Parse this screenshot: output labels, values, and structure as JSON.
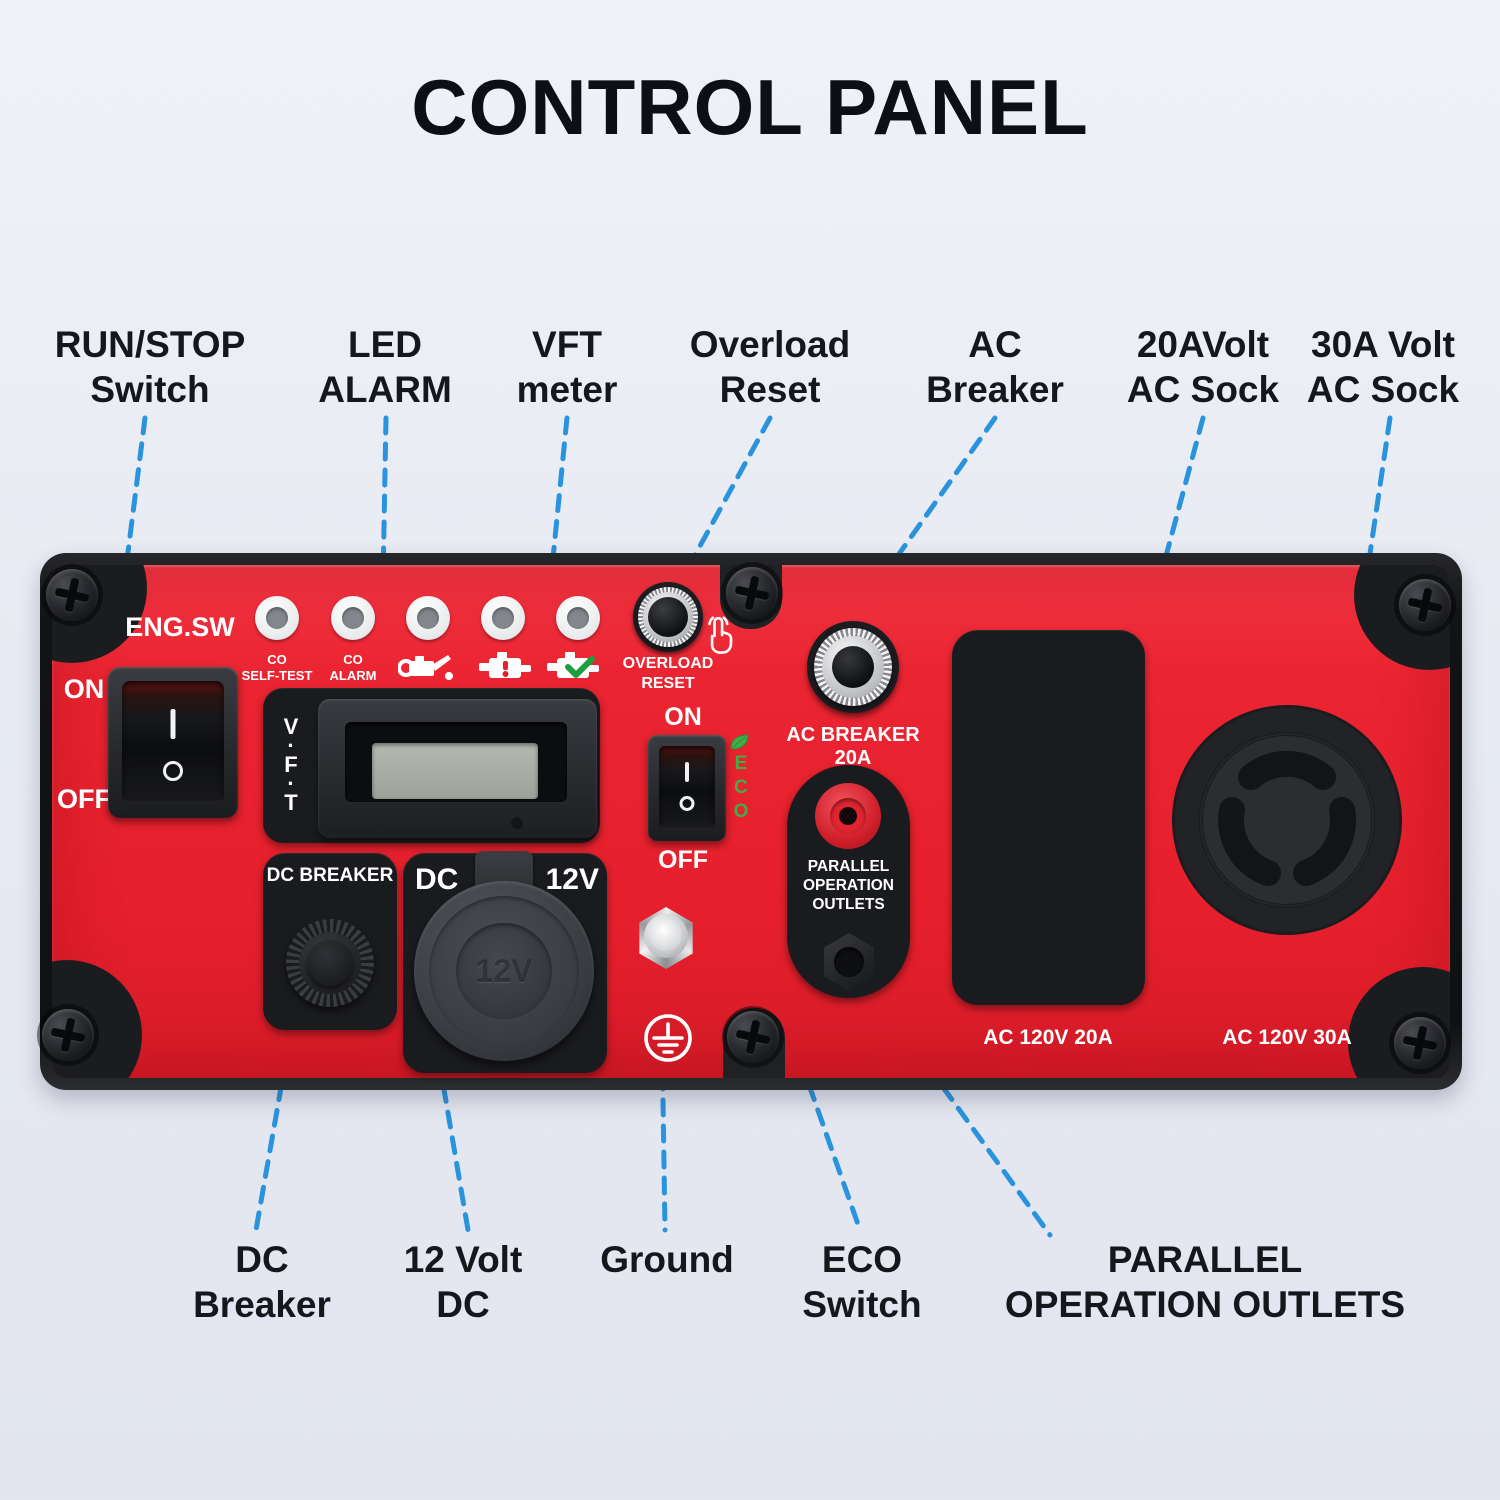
{
  "title": "CONTROL PANEL",
  "colors": {
    "background": "#e7eaf2",
    "panel_red": "#e51f2c",
    "panel_black": "#121317",
    "leader_blue": "#2a93dd",
    "eco_green": "#3fae49",
    "led_core_gray": "#83868c",
    "lcd_gray": "#a9ada6",
    "jack_red": "#e02531"
  },
  "callouts": {
    "top": [
      {
        "line1": "RUN/STOP",
        "line2": "Switch"
      },
      {
        "line1": "LED",
        "line2": "ALARM"
      },
      {
        "line1": "VFT",
        "line2": "meter"
      },
      {
        "line1": "Overload",
        "line2": "Reset"
      },
      {
        "line1": "AC",
        "line2": "Breaker"
      },
      {
        "line1": "20AVolt",
        "line2": "AC Sock"
      },
      {
        "line1": "30A Volt",
        "line2": "AC Sock"
      }
    ],
    "bottom": [
      {
        "line1": "DC",
        "line2": "Breaker"
      },
      {
        "line1": "12 Volt",
        "line2": "DC"
      },
      {
        "line1": "Ground",
        "line2": ""
      },
      {
        "line1": "ECO",
        "line2": "Switch"
      },
      {
        "line1": "PARALLEL",
        "line2": "OPERATION OUTLETS"
      }
    ]
  },
  "panel": {
    "eng_sw": {
      "label": "ENG.SW",
      "on": "ON",
      "off": "OFF",
      "rocker_i": "I"
    },
    "leds": {
      "led1_top": "CO",
      "led1_bottom": "SELF-TEST",
      "led2_top": "CO",
      "led2_bottom": "ALARM"
    },
    "overload": {
      "line1": "OVERLOAD",
      "line2": "RESET"
    },
    "vft": {
      "l1": "V",
      "d1": "·",
      "l2": "F",
      "d2": "·",
      "l3": "T"
    },
    "eco": {
      "on": "ON",
      "off": "OFF",
      "e": "E",
      "c": "C",
      "o": "O",
      "rocker_i": "I"
    },
    "ac_breaker": {
      "label": "AC BREAKER 20A"
    },
    "parallel": {
      "line1": "PARALLEL",
      "line2": "OPERATION",
      "line3": "OUTLETS"
    },
    "duplex": {
      "label": "AC 120V 20A"
    },
    "twistlock": {
      "label": "AC 120V 30A"
    },
    "dc_breaker": {
      "label": "DC BREAKER"
    },
    "dc12v": {
      "dc": "DC",
      "v": "12V",
      "socket_embossed": "12V"
    }
  },
  "icons": {
    "oil": "oil-alert-icon",
    "engine_alert": "engine-alert-icon",
    "engine_ok": "engine-check-icon",
    "touch": "touch-press-icon",
    "eco_leaf": "leaf-icon",
    "ground": "ground-symbol-icon",
    "screw": "phillips-screw-icon"
  }
}
